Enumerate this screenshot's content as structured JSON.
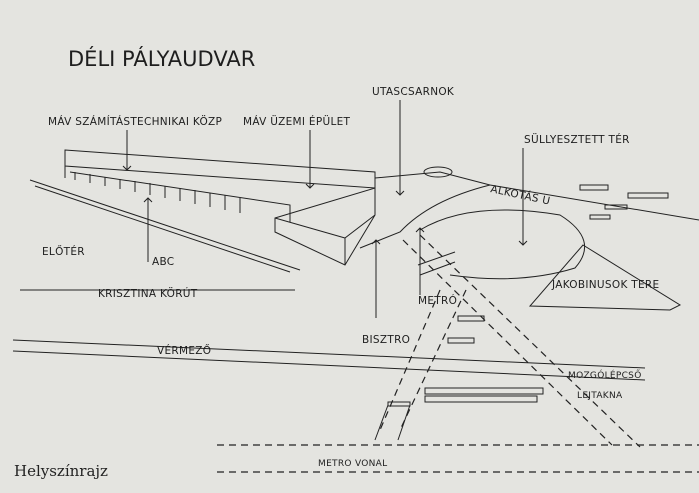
{
  "title": "DÉLI PÁLYAUDVAR",
  "caption": "Helyszínrajz",
  "labels": {
    "computing_center": "MÁV SZÁMÍTÁSTECHNIKAI KÖZP",
    "operations_building": "MÁV ÜZEMI ÉPÜLET",
    "passenger_hall": "UTASCSARNOK",
    "sunken_square": "SÜLLYESZTETT TÉR",
    "alkotas_street": "ALKOTÁS U",
    "forecourt": "ELŐTÉR",
    "abc": "ABC",
    "krisztina": "KRISZTINA KÖRÚT",
    "jakobinusok": "JAKOBINUSOK TERE",
    "metro": "METRÓ",
    "bistro": "BISZTRO",
    "vermezo": "VÉRMEZŐ",
    "escalator": "MOZGÓLÉPCSŐ",
    "incline": "LEJTAKNA",
    "metro_line": "METRO VONAL"
  }
}
